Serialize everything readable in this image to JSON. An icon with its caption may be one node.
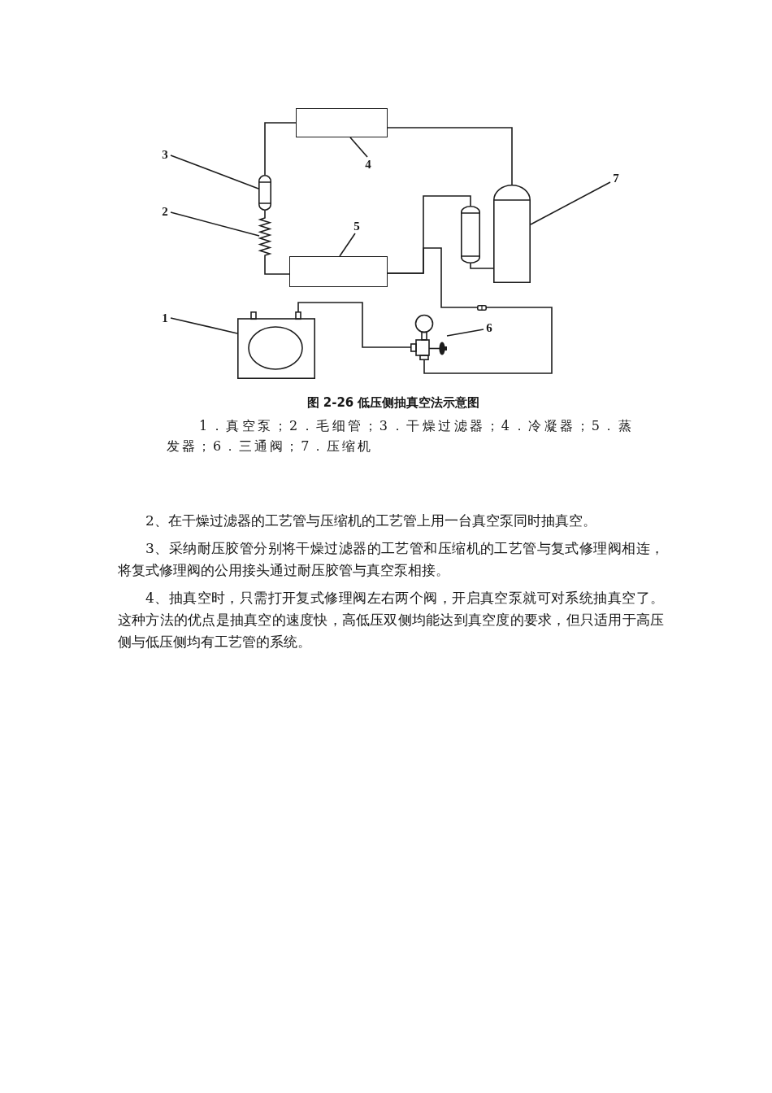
{
  "diagram": {
    "caption": "图 2-26 低压侧抽真空法示意图",
    "nodes": [
      {
        "text": [],
        "shape": "box"
      },
      {
        "text": [
          "4"
        ]
      },
      {
        "text": [
          "3"
        ]
      },
      {
        "text": [],
        "shape": "cylinder"
      },
      {
        "text": [
          "7"
        ]
      },
      {
        "text": [],
        "shape": "cylinder"
      },
      {
        "text": [
          "2"
        ]
      },
      {
        "text": [],
        "shape": "coil"
      },
      {
        "text": [],
        "shape": "cylinder"
      },
      {
        "text": [
          "5"
        ]
      },
      {
        "text": [],
        "shape": "box"
      },
      {
        "text": [
          "1"
        ]
      },
      {
        "text": [],
        "shape": "picture"
      },
      {
        "text": [
          "6"
        ]
      },
      {
        "text": [],
        "shape": "picture"
      }
    ],
    "edges": [
      {
        "from": 0,
        "to": 3,
        "arrow": "none"
      },
      {
        "from": 3,
        "to": 7,
        "arrow": "none"
      },
      {
        "from": 7,
        "to": 10,
        "arrow": "none"
      },
      {
        "from": 10,
        "to": 8,
        "arrow": "none"
      },
      {
        "from": 8,
        "to": 5,
        "arrow": "none"
      },
      {
        "from": 5,
        "to": 0,
        "arrow": "none"
      },
      {
        "from": 10,
        "to": 14,
        "arrow": "none"
      },
      {
        "from": 12,
        "to": 14,
        "arrow": "none"
      },
      {
        "from": 1,
        "to": 0,
        "arrow": "none"
      },
      {
        "from": 2,
        "to": 3,
        "arrow": "none"
      },
      {
        "from": 4,
        "to": 5,
        "arrow": "none"
      },
      {
        "from": 6,
        "to": 7,
        "arrow": "none"
      },
      {
        "from": 9,
        "to": 10,
        "arrow": "none"
      },
      {
        "from": 11,
        "to": 12,
        "arrow": "none"
      },
      {
        "from": 13,
        "to": 14,
        "arrow": "none"
      }
    ],
    "labels": [
      "1．真空泵；2．毛细管；3．干燥过滤器；4．冷凝器；5．蒸发器；6．三通阀；7．压缩机",
      "2、在干燥过滤器的工艺管与压缩机的工艺管上用一台真空泵同时抽真空。",
      "3、采纳耐压胶管分别将干燥过滤器的工艺管和压缩机的工艺管与复式修理阀相连，将复式修理阀的公用接头通过耐压胶管与真空泵相接。",
      "4、抽真空时，只需打开复式修理阀左右两个阀，开启真空泵就可对系统抽真空了。这种方法的优点是抽真空的速度快，高低压双侧均能达到真空度的要求，但只适用于高压侧与低压侧均有工艺管的系统。"
    ]
  }
}
